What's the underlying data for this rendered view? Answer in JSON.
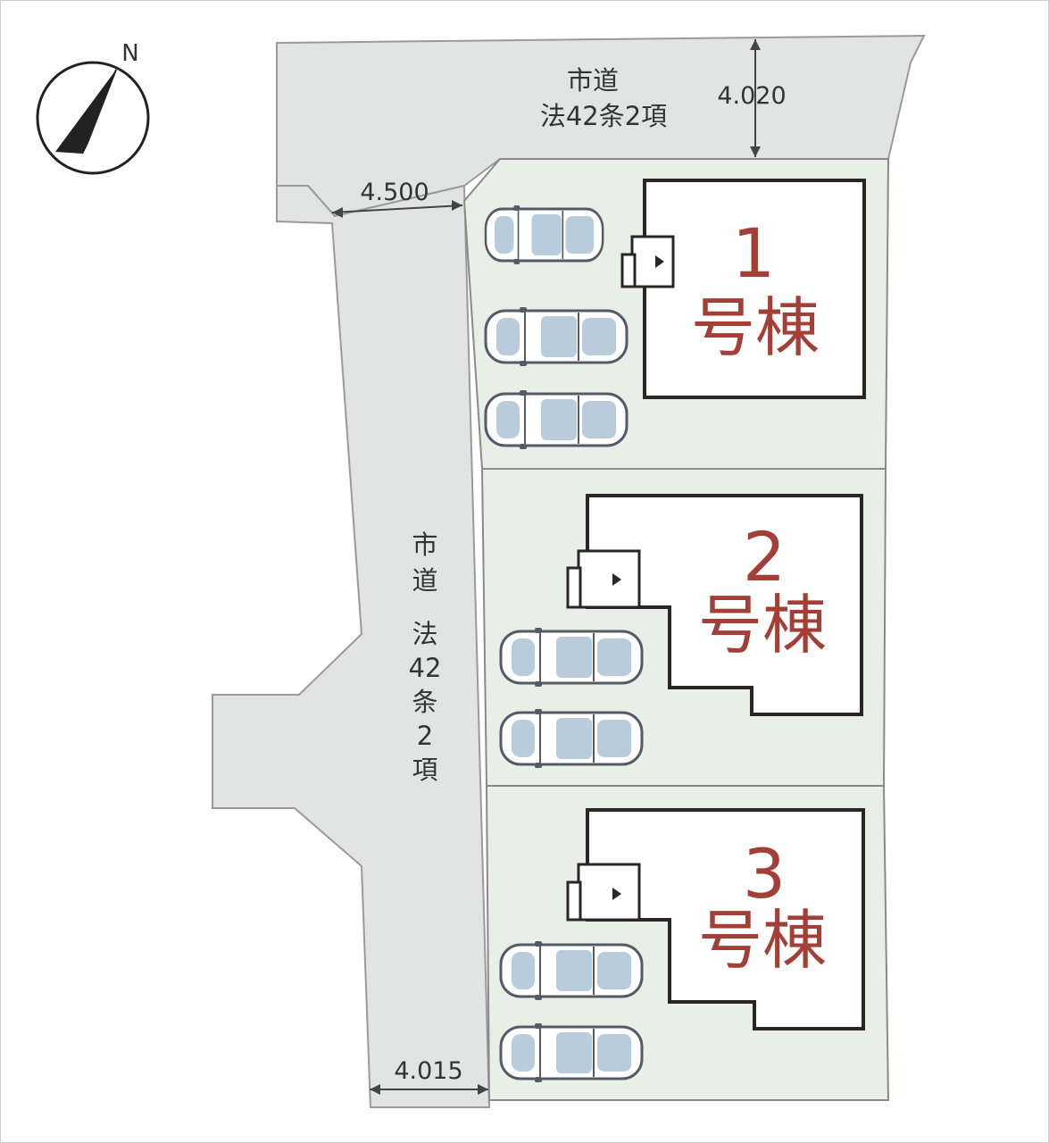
{
  "colors": {
    "road": "#e2e3e3",
    "lot": "#e8efe6",
    "lot_border": "#8a8a8a",
    "building_outline": "#2a2626",
    "lot_label": "#a33f36",
    "car_body": "#ffffff",
    "car_glass": "#b9ccdc",
    "car_outline": "#555a66"
  },
  "compass": {
    "north_label": "N"
  },
  "roads": {
    "top": {
      "line1": "市道",
      "line2": "法42条2項"
    },
    "west": {
      "chars": [
        "市",
        "道",
        "法",
        "42",
        "条",
        "2",
        "項"
      ]
    }
  },
  "dimensions": {
    "north_road_width": "4.020",
    "west_road_width_top": "4.500",
    "west_road_width_bottom": "4.015"
  },
  "lots": [
    {
      "number": "1",
      "name": "号棟",
      "parking_spaces": 3
    },
    {
      "number": "2",
      "name": "号棟",
      "parking_spaces": 2
    },
    {
      "number": "3",
      "name": "号棟",
      "parking_spaces": 2
    }
  ],
  "icons": {
    "compass": "north-arrow-icon",
    "car": "car-icon",
    "entrance": "entrance-icon"
  }
}
